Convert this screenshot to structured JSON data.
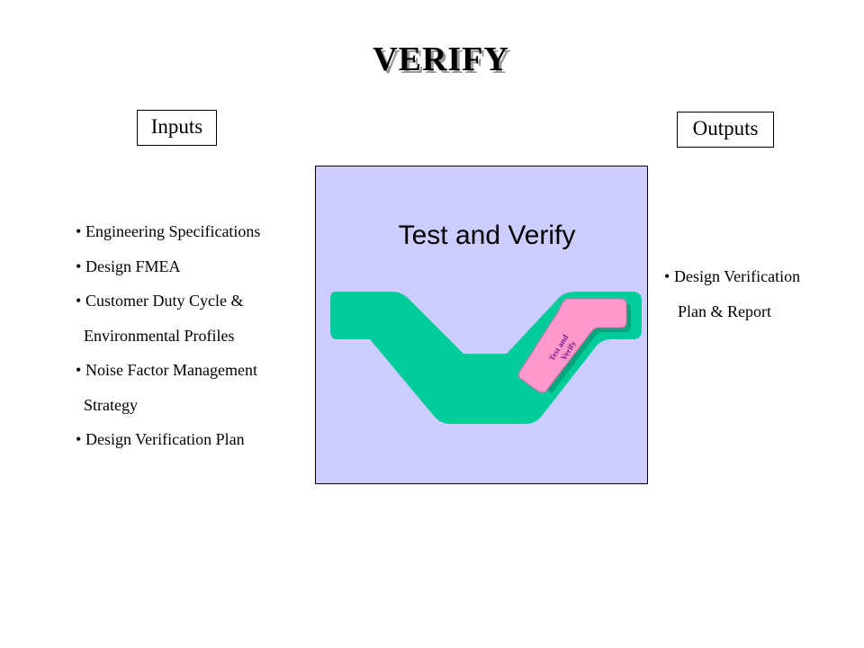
{
  "title": "VERIFY",
  "inputs_label": "Inputs",
  "outputs_label": "Outputs",
  "inputs": [
    {
      "bullet": "•",
      "text": "Engineering Specifications"
    },
    {
      "bullet": "•",
      "text": "Design FMEA"
    },
    {
      "bullet": "•",
      "text": "Customer Duty Cycle &"
    },
    {
      "bullet": "",
      "text": "Environmental Profiles"
    },
    {
      "bullet": "•",
      "text": "Noise Factor Management"
    },
    {
      "bullet": "",
      "text": "Strategy"
    },
    {
      "bullet": "•",
      "text": "Design Verification Plan"
    }
  ],
  "outputs": [
    {
      "bullet": "•",
      "text": "Design Verification"
    },
    {
      "bullet": "",
      "text": "Plan & Report"
    }
  ],
  "panel": {
    "title": "Test and Verify",
    "highlight_line1": "Test and",
    "highlight_line2": "Verify"
  },
  "colors": {
    "panel_bg": "#ccccff",
    "vee_green": "#00cc99",
    "highlight_pink": "#ff99cc"
  }
}
